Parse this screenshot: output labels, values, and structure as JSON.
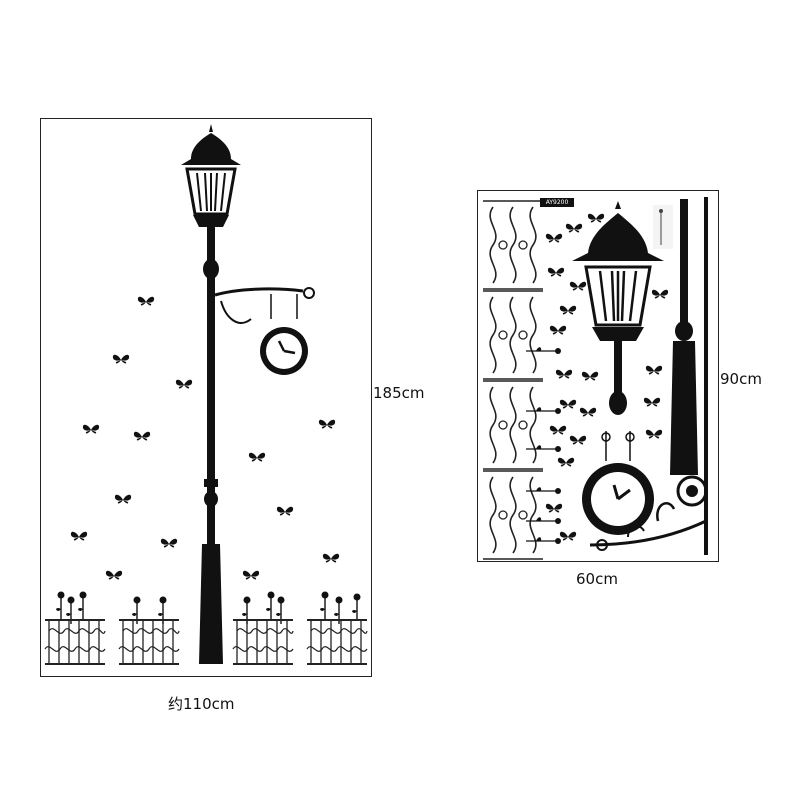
{
  "left_panel": {
    "height_label": "185cm",
    "width_label": "约110cm"
  },
  "right_panel": {
    "height_label": "90cm",
    "width_label": "60cm",
    "product_code": "AY9200"
  },
  "colors": {
    "ink": "#111111",
    "background": "#ffffff"
  },
  "icons": [
    "street-lamp-icon",
    "wall-clock-icon",
    "butterfly-icon",
    "flower-icon",
    "iron-fence-icon"
  ]
}
